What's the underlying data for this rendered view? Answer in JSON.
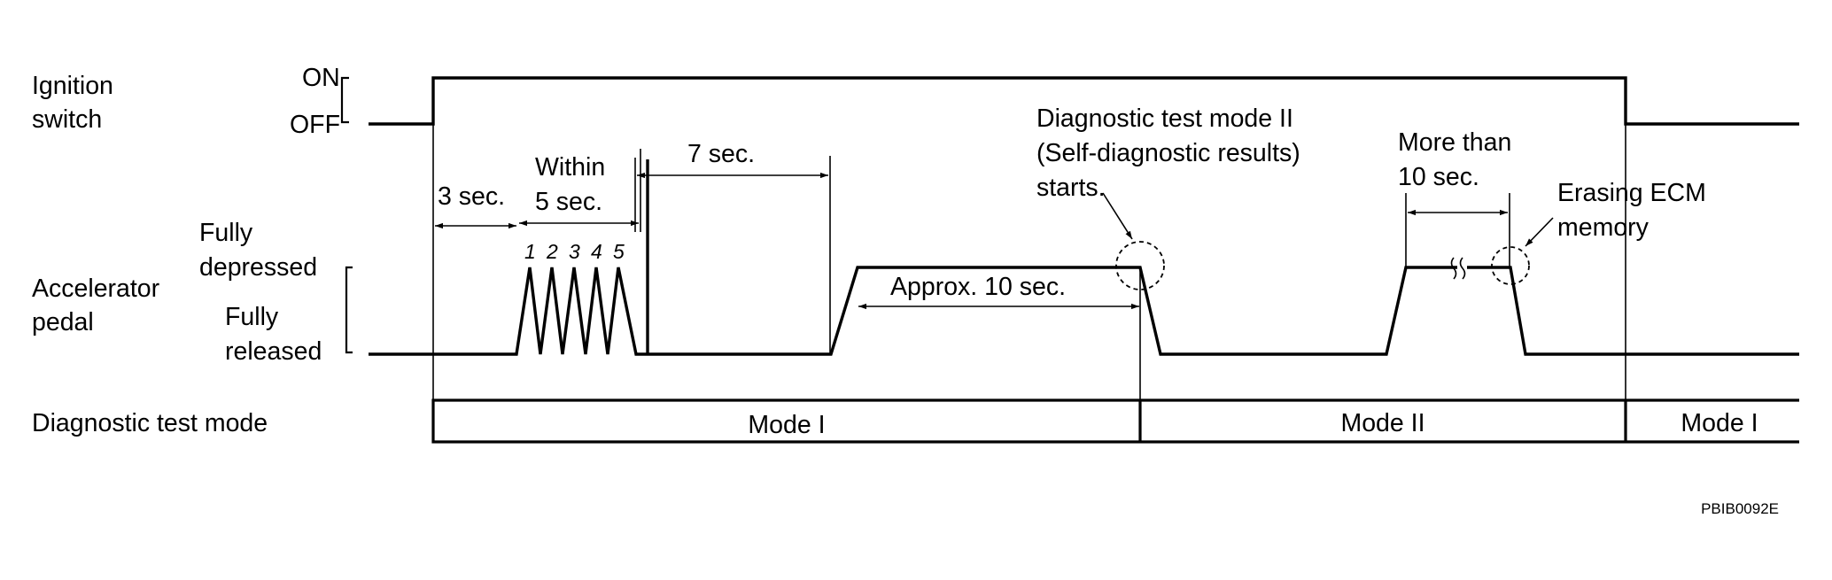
{
  "signals": {
    "ignition": {
      "name_line1": "Ignition",
      "name_line2": "switch",
      "on": "ON",
      "off": "OFF"
    },
    "pedal": {
      "name_line1": "Accelerator",
      "name_line2": "pedal",
      "depressed_line1": "Fully",
      "depressed_line2": "depressed",
      "released_line1": "Fully",
      "released_line2": "released",
      "press_numbers": [
        "1",
        "2",
        "3",
        "4",
        "5"
      ]
    },
    "mode": {
      "name": "Diagnostic test mode"
    }
  },
  "annotations": {
    "three_sec": "3 sec.",
    "within_line1": "Within",
    "within_line2": "5 sec.",
    "seven_sec": "7 sec.",
    "approx_ten": "Approx. 10 sec.",
    "mode2_start_line1": "Diagnostic test mode II",
    "mode2_start_line2": "(Self-diagnostic results)",
    "mode2_start_line3": "starts.",
    "more_than_line1": "More than",
    "more_than_line2": "10 sec.",
    "erasing_line1": "Erasing ECM",
    "erasing_line2": "memory"
  },
  "modes": [
    "Mode I",
    "Mode II",
    "Mode I"
  ],
  "figure_code": "PBIB0092E"
}
